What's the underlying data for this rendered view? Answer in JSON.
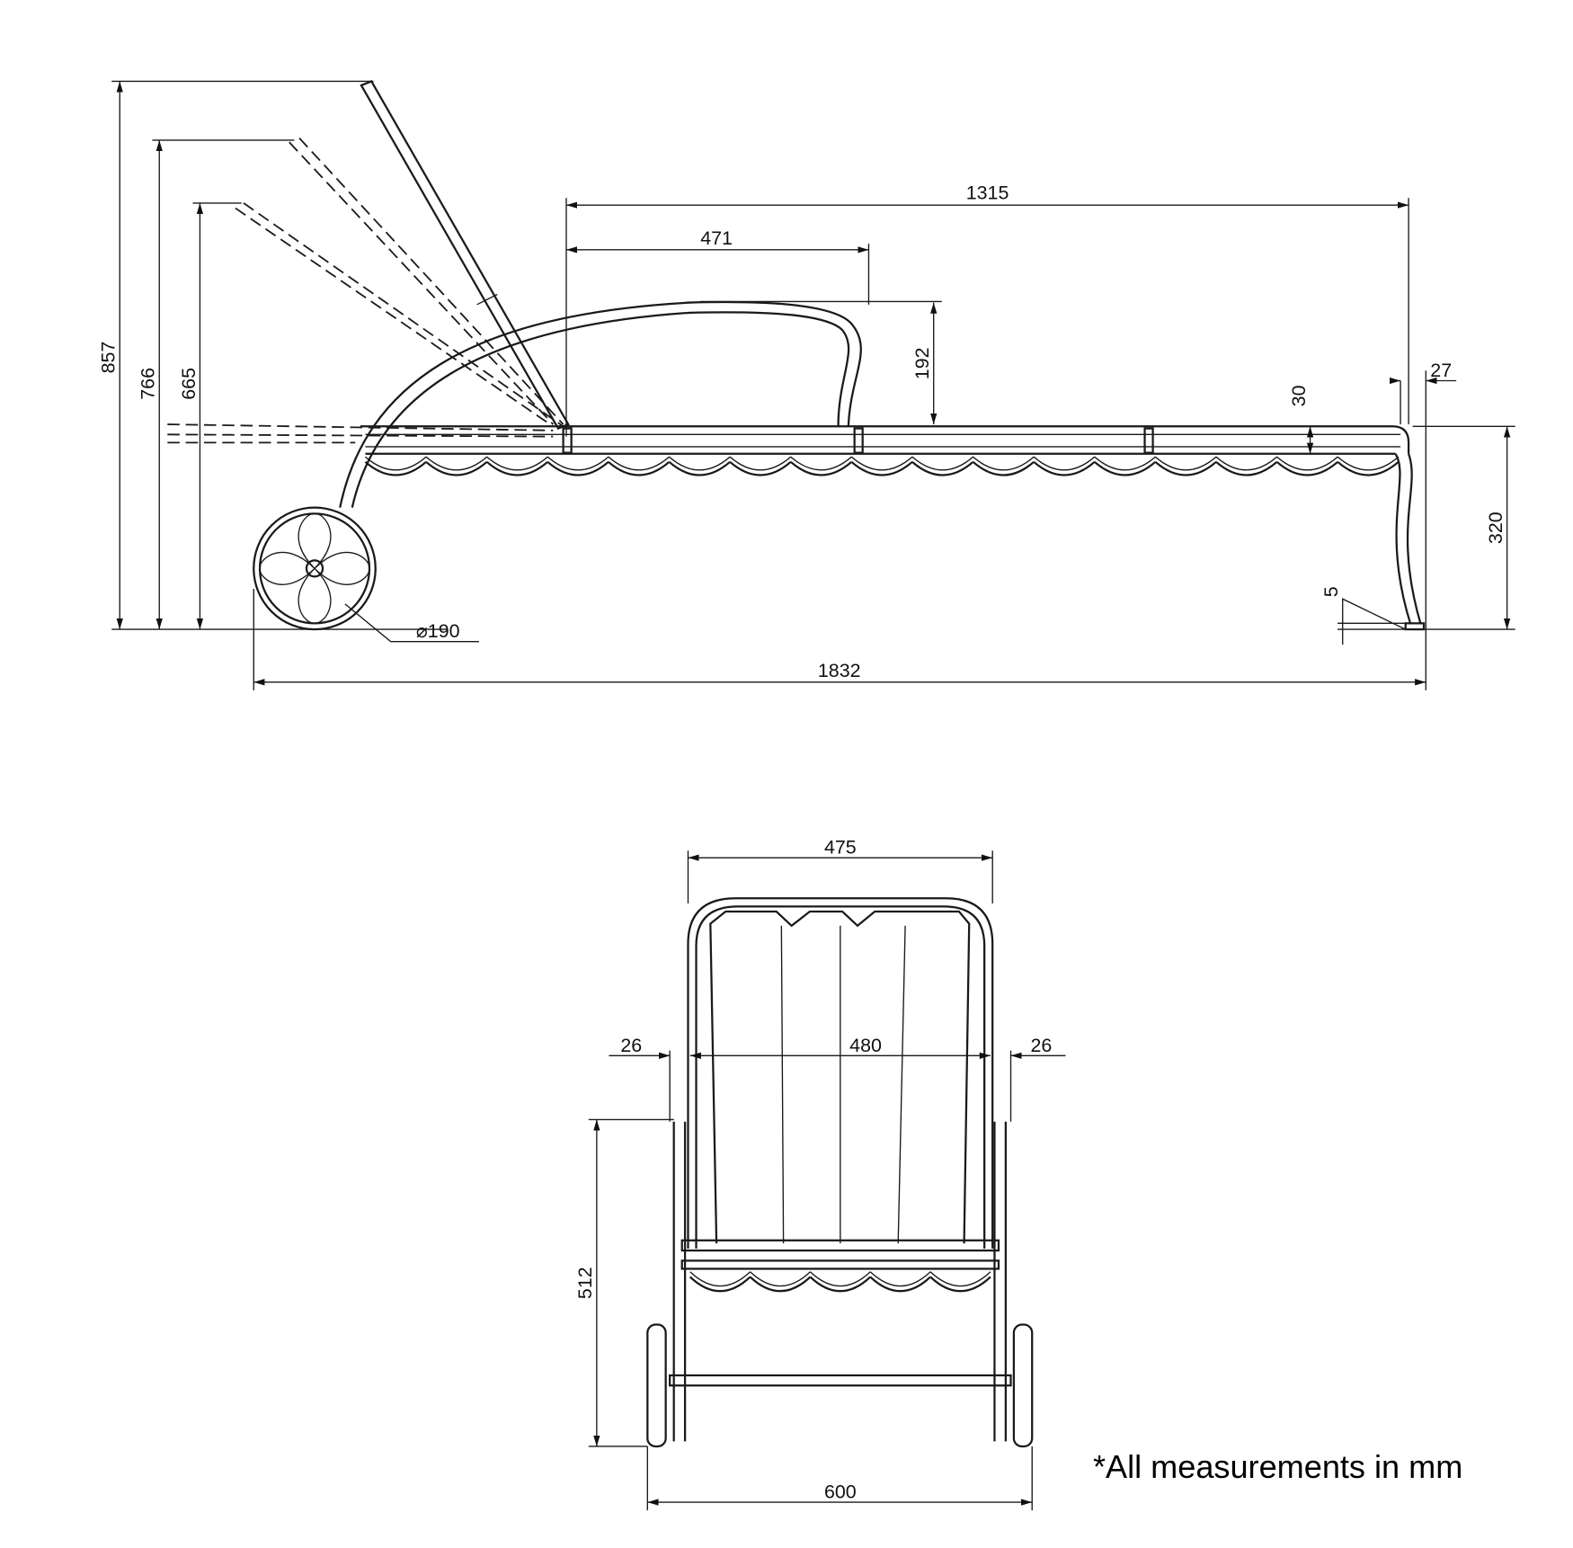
{
  "side_view": {
    "dims": {
      "height_max": "857",
      "height_mid": "766",
      "height_low": "665",
      "seat_length": "1315",
      "armrest_length": "471",
      "armrest_height": "192",
      "frame_thickness": "30",
      "rear_offset": "27",
      "seat_height": "320",
      "foot_height": "5",
      "wheel_diameter": "⌀190",
      "total_length": "1832"
    }
  },
  "front_view": {
    "dims": {
      "frame_width": "475",
      "inner_width": "480",
      "left_offset": "26",
      "right_offset": "26",
      "wheel_height": "512",
      "total_width": "600"
    }
  },
  "note": "*All measurements in mm"
}
